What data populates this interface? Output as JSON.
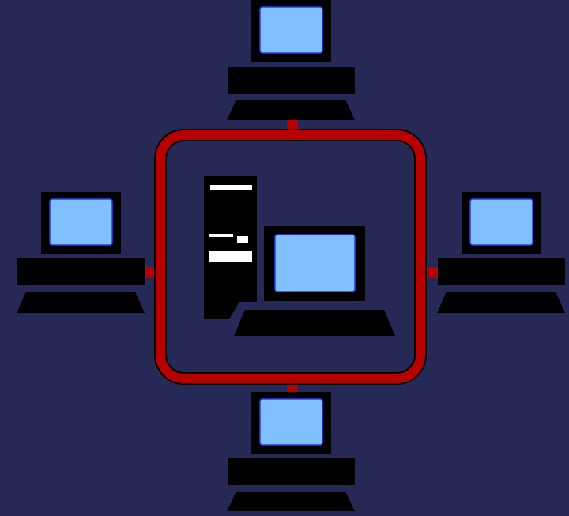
{
  "diagram": {
    "colors": {
      "background": "#262856",
      "network_ring": "#b70000",
      "ring_outline": "#000000",
      "hardware": "#000000",
      "screen": "#80c0ff",
      "screen_border": "#2a3cf0",
      "server_light": "#ffffff"
    },
    "nodes": [
      {
        "id": "client-top",
        "icon": "desktop-computer-icon"
      },
      {
        "id": "client-left",
        "icon": "desktop-computer-icon"
      },
      {
        "id": "client-right",
        "icon": "desktop-computer-icon"
      },
      {
        "id": "client-bottom",
        "icon": "desktop-computer-icon"
      },
      {
        "id": "server",
        "icon": "server-tower-icon"
      },
      {
        "id": "server-console",
        "icon": "server-terminal-icon"
      }
    ],
    "topology": "ring"
  }
}
